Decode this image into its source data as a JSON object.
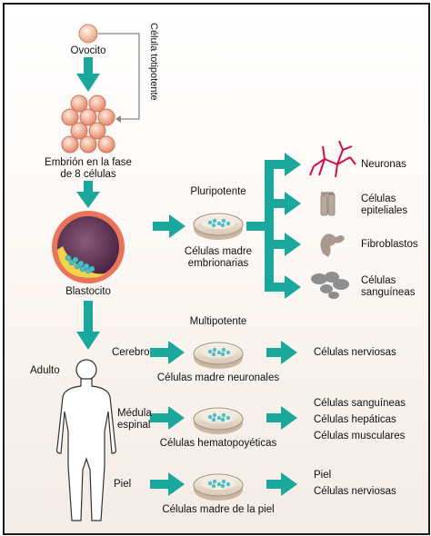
{
  "labels": {
    "ovocito": "Ovocito",
    "totipotente": "Célula totipotente",
    "embrion_1": "Embrión en la fase",
    "embrion_2": "de 8 células",
    "blastocito": "Blastocito",
    "pluripotente": "Pluripotente",
    "multipotente": "Multipotente",
    "adulto": "Adulto",
    "cm_emb_1": "Células madre",
    "cm_emb_2": "embrionarias",
    "cm_neur": "Células madre neuronales",
    "cm_hemat": "Células hematopoyéticas",
    "cm_piel": "Células madre de la piel"
  },
  "specialized": {
    "neuronas": "Neuronas",
    "epiteliales_1": "Células",
    "epiteliales_2": "epiteliales",
    "fibroblastos": "Fibroblastos",
    "sanguineas_1": "Células",
    "sanguineas_2": "sanguíneas"
  },
  "adult_sources": {
    "cerebro": "Cerebro",
    "medula_1": "Médula",
    "medula_2": "espinal",
    "piel": "Piel"
  },
  "outcomes": {
    "cerebro": [
      "Células nerviosas"
    ],
    "medula": [
      "Células sanguíneas",
      "Células hepáticas",
      "Células musculares"
    ],
    "piel": [
      "Piel",
      "Células nerviosas"
    ]
  },
  "colors": {
    "arrow": "#1aa89c",
    "neuron": "#d0104a",
    "gray_cell": "#9a9a9a",
    "dish_cell": "#4dbfc9",
    "bracket": "#888888"
  }
}
